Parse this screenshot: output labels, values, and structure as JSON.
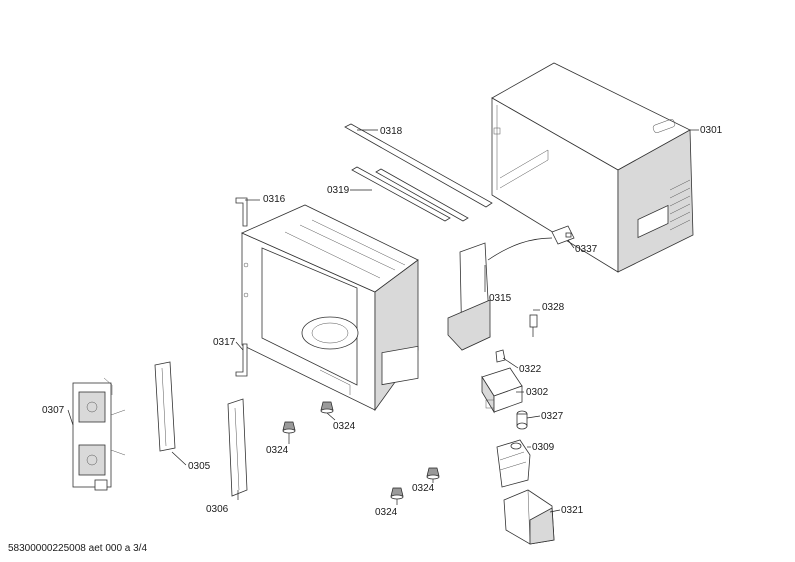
{
  "labels": {
    "p0301": "0301",
    "p0302": "0302",
    "p0305": "0305",
    "p0306": "0306",
    "p0307": "0307",
    "p0309": "0309",
    "p0315": "0315",
    "p0316": "0316",
    "p0317": "0317",
    "p0318": "0318",
    "p0319": "0319",
    "p0321": "0321",
    "p0322": "0322",
    "p0324a": "0324",
    "p0324b": "0324",
    "p0324c": "0324",
    "p0324d": "0324",
    "p0327": "0327",
    "p0328": "0328",
    "p0337": "0337"
  },
  "footer": "58300000225008 aet 000 a 3/4"
}
